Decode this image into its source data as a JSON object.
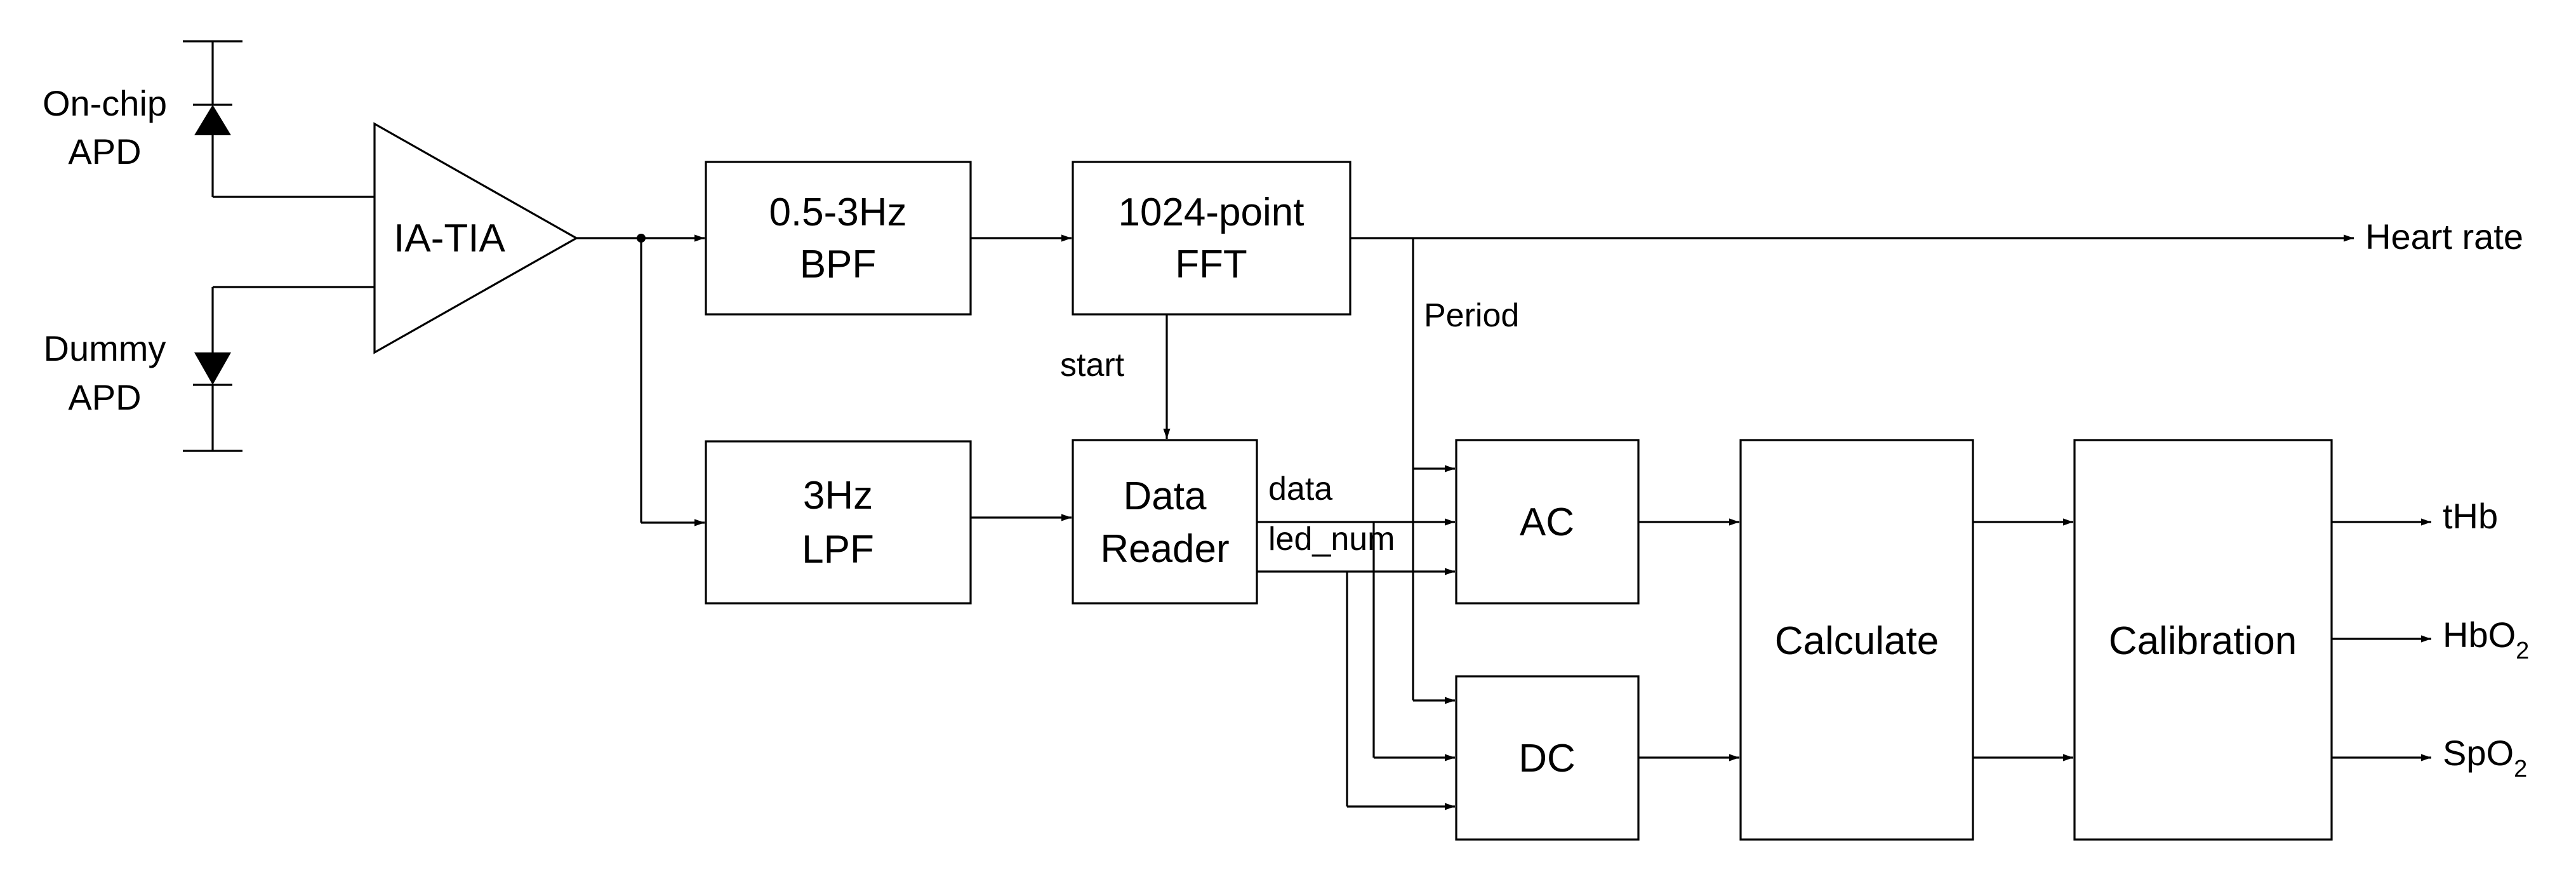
{
  "diagram": {
    "photodiodes": {
      "onchip": [
        "On-chip",
        "APD"
      ],
      "dummy": [
        "Dummy",
        "APD"
      ]
    },
    "amplifier": "IA-TIA",
    "blocks": {
      "bpf": [
        "0.5-3Hz",
        "BPF"
      ],
      "lpf": [
        "3Hz",
        "LPF"
      ],
      "fft": [
        "1024-point",
        "FFT"
      ],
      "reader": [
        "Data",
        "Reader"
      ],
      "ac": "AC",
      "dc": "DC",
      "calculate": "Calculate",
      "calibration": "Calibration"
    },
    "signals": {
      "start": "start",
      "period": "Period",
      "data": "data",
      "led_num": "led_num"
    },
    "outputs": {
      "heart_rate": "Heart rate",
      "thb": "tHb",
      "hbo2": {
        "main": "HbO",
        "sub": "2"
      },
      "spo2": {
        "main": "SpO",
        "sub": "2"
      }
    }
  }
}
